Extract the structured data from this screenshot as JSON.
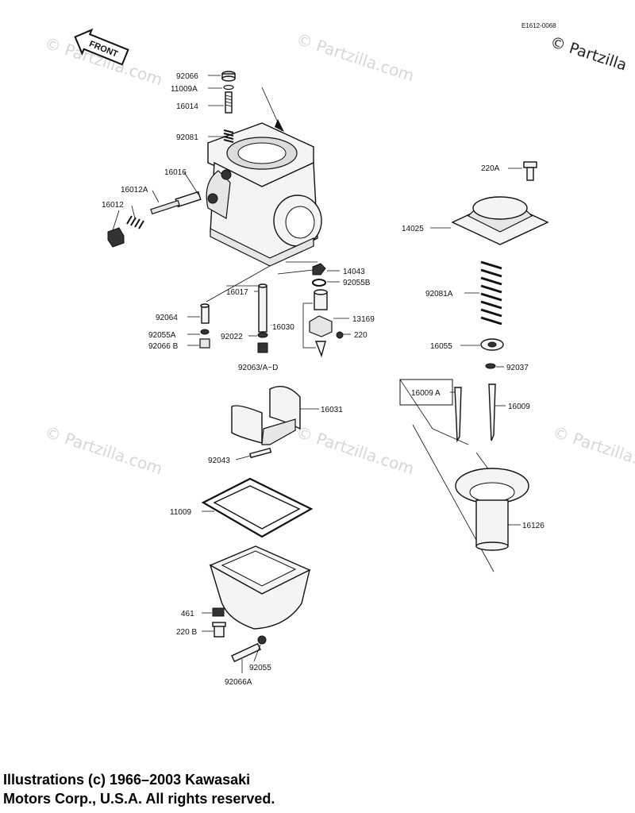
{
  "diagram_code": "E1612-0068",
  "front_label": "FRONT",
  "watermark": "© Partzilla.com",
  "watermark_corner": "© Partzilla",
  "copyright": {
    "line1": "Illustrations (c) 1966–2003 Kawasaki",
    "line2": "Motors Corp., U.S.A.  All rights reserved."
  },
  "parts": {
    "p92066": "92066",
    "p11009A": "11009A",
    "p16014": "16014",
    "p92081": "92081",
    "p16016": "16016",
    "p16012A": "16012A",
    "p16012": "16012",
    "p220A": "220A",
    "p14025": "14025",
    "p14043": "14043",
    "p92055B": "92055B",
    "p92081A": "92081A",
    "p16017": "16017",
    "p92064": "92064",
    "p13169": "13169",
    "p220": "220",
    "p16030": "16030",
    "p92055A": "92055A",
    "p92022": "92022",
    "p92066B": "92066 B",
    "p92063": "92063/A~D",
    "p16055": "16055",
    "p92037": "92037",
    "p16009A": "16009 A",
    "p16009": "16009",
    "p16031": "16031",
    "p92043": "92043",
    "p11009": "11009",
    "p16126": "16126",
    "p461": "461",
    "p220B": "220 B",
    "p92055": "92055",
    "p92066A": "92066A"
  }
}
